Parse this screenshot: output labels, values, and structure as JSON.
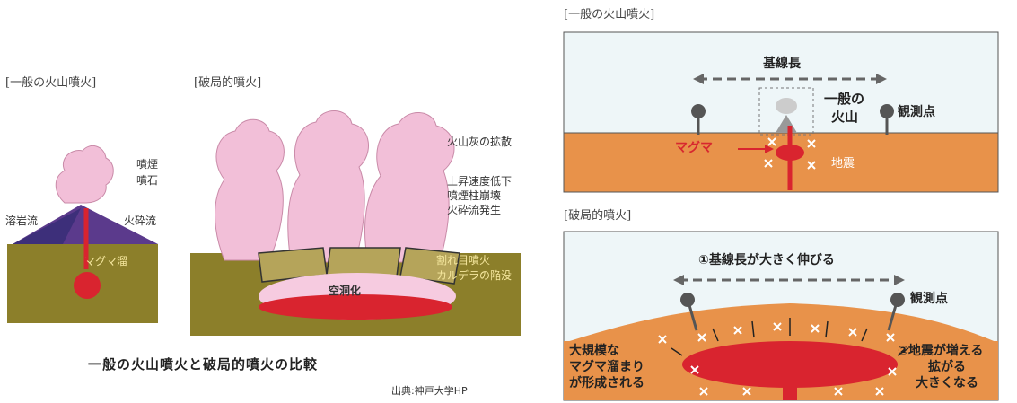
{
  "left": {
    "normal_title": "[一般の火山噴火]",
    "catastrophic_title": "[破局的噴火]",
    "normal_labels": {
      "smoke": "噴煙",
      "rocks": "噴石",
      "lava": "溶岩流",
      "pyroclastic": "火砕流",
      "magma": "マグマ溜"
    },
    "catastrophic_labels": {
      "ash": "火山灰の拡散",
      "rise1": "上昇速度低下",
      "rise2": "噴煙柱崩壊",
      "rise3": "火砕流発生",
      "fissure": "割れ目噴火",
      "caldera": "カルデラの陥没",
      "cavity": "空洞化"
    },
    "caption": "一般の火山噴火と破局的噴火の比較",
    "source": "出典:神戸大学HP"
  },
  "right": {
    "normal_title": "[一般の火山噴火]",
    "catastrophic_title": "[破局的噴火]",
    "normal_labels": {
      "baseline": "基線長",
      "volcano1": "一般の",
      "volcano2": "火山",
      "station": "観測点",
      "magma": "マグマ",
      "quake": "地震"
    },
    "catastrophic_labels": {
      "baseline": "①基線長が大きく伸びる",
      "station": "観測点",
      "res1": "大規模な",
      "res2": "マグマ溜まり",
      "res3": "が形成される",
      "q1": "②地震が増える",
      "q2": "拡がる",
      "q3": "大きくなる"
    }
  },
  "colors": {
    "ground_olive": "#8c7f2a",
    "plume_pink": "#f2bfd8",
    "magma_red": "#d9242f",
    "crust_orange": "#e8924a",
    "sky": "#eef6f8"
  }
}
